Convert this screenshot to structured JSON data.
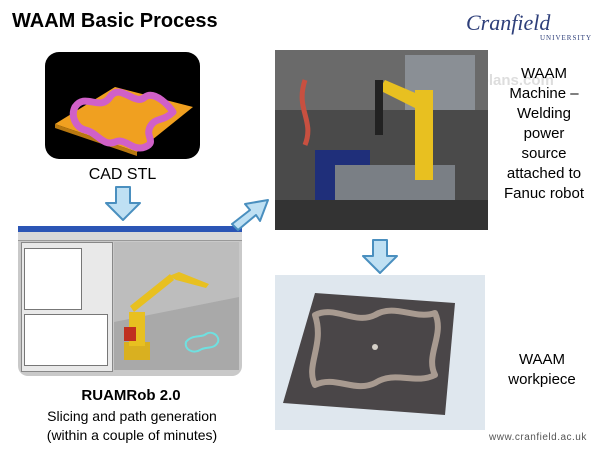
{
  "title": "WAAM Basic Process",
  "cad": {
    "label": "CAD STL"
  },
  "software": {
    "name": "RUAMRob 2.0",
    "line1": "Slicing and path generation",
    "line2": "(within a couple of minutes)"
  },
  "machine": {
    "lines": [
      "WAAM",
      "Machine –",
      "Welding",
      "power",
      "source",
      "attached to",
      "Fanuc robot"
    ]
  },
  "workpiece": {
    "lines": [
      "WAAM",
      "workpiece"
    ]
  },
  "logo": {
    "name": "Cranfield",
    "sub": "UNIVERSITY"
  },
  "url": "www.cranfield.ac.uk",
  "watermark": "fangplans.com",
  "colors": {
    "arrow_fill": "#bfe0f3",
    "arrow_stroke": "#4a8fbf",
    "cad_plate": "#f0a020",
    "cad_wall": "#d060c8",
    "robot_yellow": "#e8c020"
  }
}
